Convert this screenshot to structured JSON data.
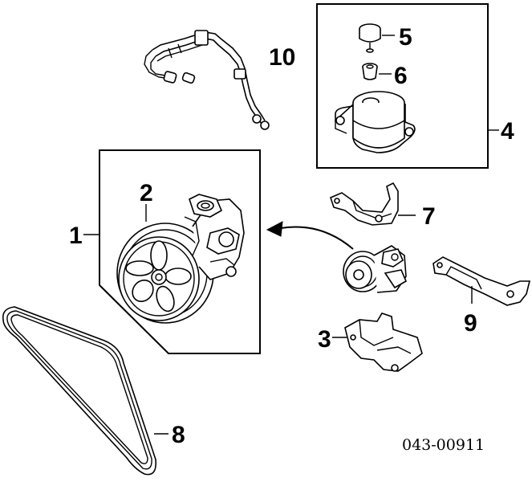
{
  "callouts": {
    "c1": "1",
    "c2": "2",
    "c3": "3",
    "c4": "4",
    "c5": "5",
    "c6": "6",
    "c7": "7",
    "c8": "8",
    "c9": "9",
    "c10": "10"
  },
  "diagram_code": "043-00911"
}
